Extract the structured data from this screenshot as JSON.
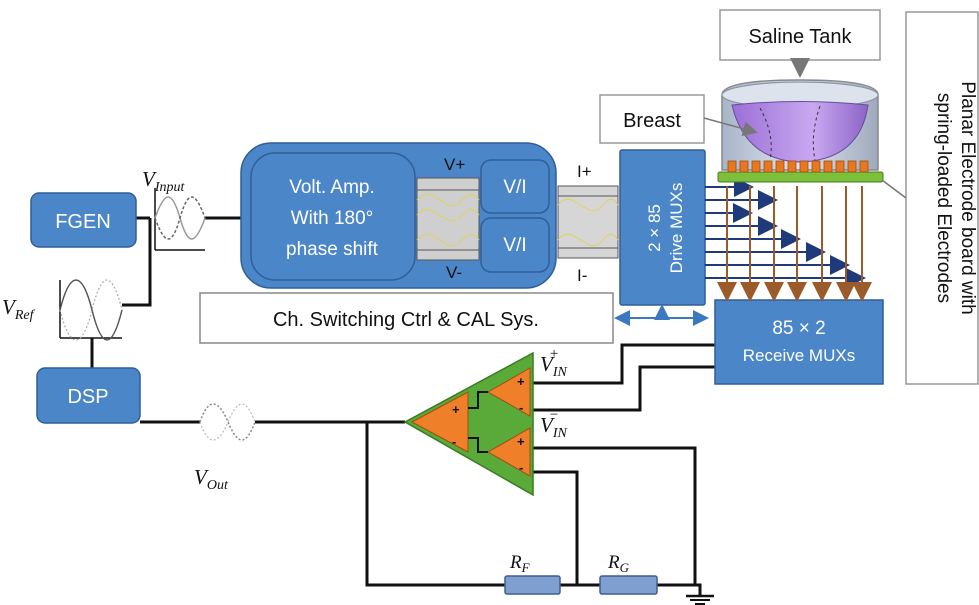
{
  "blocks": {
    "fgen": "FGEN",
    "dsp": "DSP",
    "volt_amp": [
      "Volt. Amp.",
      "With 180°",
      "phase shift"
    ],
    "vi_top": "V/I",
    "vi_bottom": "V/I",
    "drive_mux": [
      "2 × 85",
      "Drive MUXs"
    ],
    "receive_mux": [
      "85 × 2",
      "Receive MUXs"
    ],
    "ch_switching": "Ch. Switching Ctrl & CAL Sys.",
    "saline_tank": "Saline Tank",
    "breast": "Breast",
    "planar_board": [
      "Planar Electrode board with",
      "spring-loaded Electrodes"
    ]
  },
  "signals": {
    "v_input": {
      "base": "V",
      "sub": "Input"
    },
    "v_ref": {
      "base": "V",
      "sub": "Ref"
    },
    "v_out": {
      "base": "V",
      "sub": "Out"
    },
    "v_in_plus": {
      "base": "V",
      "sub": "IN",
      "sup": "+"
    },
    "v_in_minus": {
      "base": "V",
      "sub": "IN",
      "sup": "−"
    },
    "v_plus": "V+",
    "v_minus": "V-",
    "i_plus": "I+",
    "i_minus": "I-"
  },
  "resistors": {
    "rf": {
      "base": "R",
      "sub": "F"
    },
    "rg": {
      "base": "R",
      "sub": "G"
    }
  },
  "opamp_signs": {
    "plus": "+",
    "minus": "-"
  },
  "colors": {
    "block_fill": "#4a86c8",
    "block_stroke": "#2f5f97",
    "opamp_outer": "#5aaa3a",
    "opamp_inner": "#f07f2a",
    "electrode": "#e87722",
    "board": "#7bbf3a",
    "drive_arrow": "#1f3a7a",
    "receive_arrow": "#9a5a2a",
    "tank": "#b8c4d8",
    "breast": "#b48be0",
    "resistor": "#7f9fd0"
  }
}
